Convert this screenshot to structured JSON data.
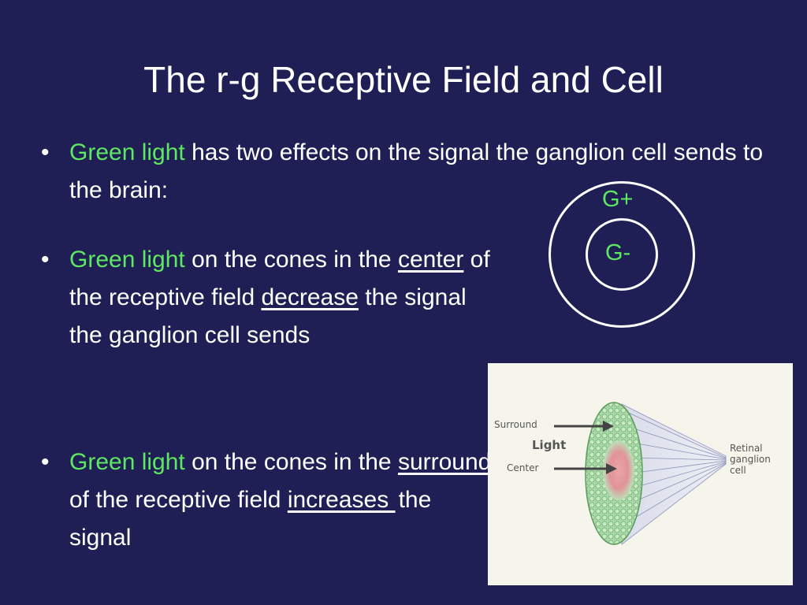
{
  "slide": {
    "title": "The r-g Receptive Field and Cell",
    "bullets": [
      {
        "marker": "•",
        "green_lead": "Green light",
        "rest_1": " has two effects on the signal the ganglion cell sends to the brain:"
      },
      {
        "marker": "•",
        "green_lead": "Green light",
        "rest_1": " on the cones in the ",
        "underline_1": "center",
        "rest_2": " of the receptive field ",
        "underline_2": "decrease",
        "rest_3": " the signal the ganglion cell sends"
      },
      {
        "marker": "•",
        "green_lead": "Green light",
        "rest_1": " on the cones in the ",
        "underline_1": "surround",
        "rest_2": " of the receptive field ",
        "underline_2": "increases ",
        "rest_3": "the signal"
      }
    ]
  },
  "receptive_field_diagram": {
    "outer_label": "G+",
    "inner_label": "G-"
  },
  "figure": {
    "label_surround": "Surround",
    "label_light": "Light",
    "label_center": "Center",
    "label_cell_1": "Retinal",
    "label_cell_2": "ganglion",
    "label_cell_3": "cell"
  },
  "colors": {
    "background": "#1f1f55",
    "accent_green": "#5ee860",
    "text": "#ffffff"
  }
}
